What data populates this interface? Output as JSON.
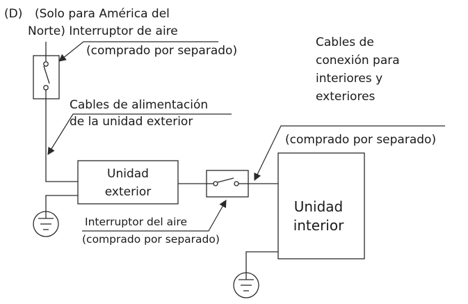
{
  "panel_label": "(D)",
  "breaker_label": {
    "line1": "(Solo para América del",
    "line2": "Norte) Interruptor de aire",
    "line3": "(comprado por separado)"
  },
  "power_cable_label": {
    "line1": "Cables de alimentación",
    "line2": "de la unidad exterior"
  },
  "connection_cable_label": {
    "line1": "Cables de",
    "line2": "conexión para",
    "line3": "interiores y",
    "line4": "exteriores",
    "line5": "(comprado por separado)"
  },
  "air_switch_label": {
    "line1": "Interruptor del aire",
    "line2": "(comprado por separado)"
  },
  "outdoor_unit": {
    "line1": "Unidad",
    "line2": "exterior"
  },
  "indoor_unit": {
    "line1": "Unidad",
    "line2": "interior"
  }
}
